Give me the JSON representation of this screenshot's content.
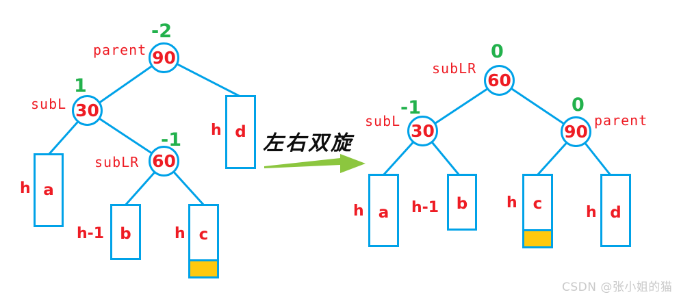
{
  "colors": {
    "edge_blue": "#00A2E8",
    "text_red": "#EE1C24",
    "balance_green": "#22B14C",
    "highlight_yellow": "#FFC90E",
    "arrow_green": "#8CC63F"
  },
  "left_tree": {
    "parent": {
      "balance": "-2",
      "label": "parent",
      "value": "90"
    },
    "subL": {
      "balance": "1",
      "label": "subL",
      "value": "30"
    },
    "subLR": {
      "balance": "-1",
      "label": "subLR",
      "value": "60"
    },
    "leaf_a": {
      "height_label": "h",
      "name": "a"
    },
    "leaf_b": {
      "height_label": "h-1",
      "name": "b"
    },
    "leaf_c": {
      "height_label": "h",
      "name": "c"
    },
    "leaf_d": {
      "height_label": "h",
      "name": "d"
    }
  },
  "transform_arrow": {
    "label": "左右双旋"
  },
  "right_tree": {
    "subLR": {
      "balance": "0",
      "label": "subLR",
      "value": "60"
    },
    "subL": {
      "balance": "-1",
      "label": "subL",
      "value": "30"
    },
    "parent": {
      "balance": "0",
      "label": "parent",
      "value": "90"
    },
    "leaf_a": {
      "height_label": "h",
      "name": "a"
    },
    "leaf_b": {
      "height_label": "h-1",
      "name": "b"
    },
    "leaf_c": {
      "height_label": "h",
      "name": "c"
    },
    "leaf_d": {
      "height_label": "h",
      "name": "d"
    }
  },
  "watermark": {
    "text": "CSDN @张小姐的猫"
  }
}
